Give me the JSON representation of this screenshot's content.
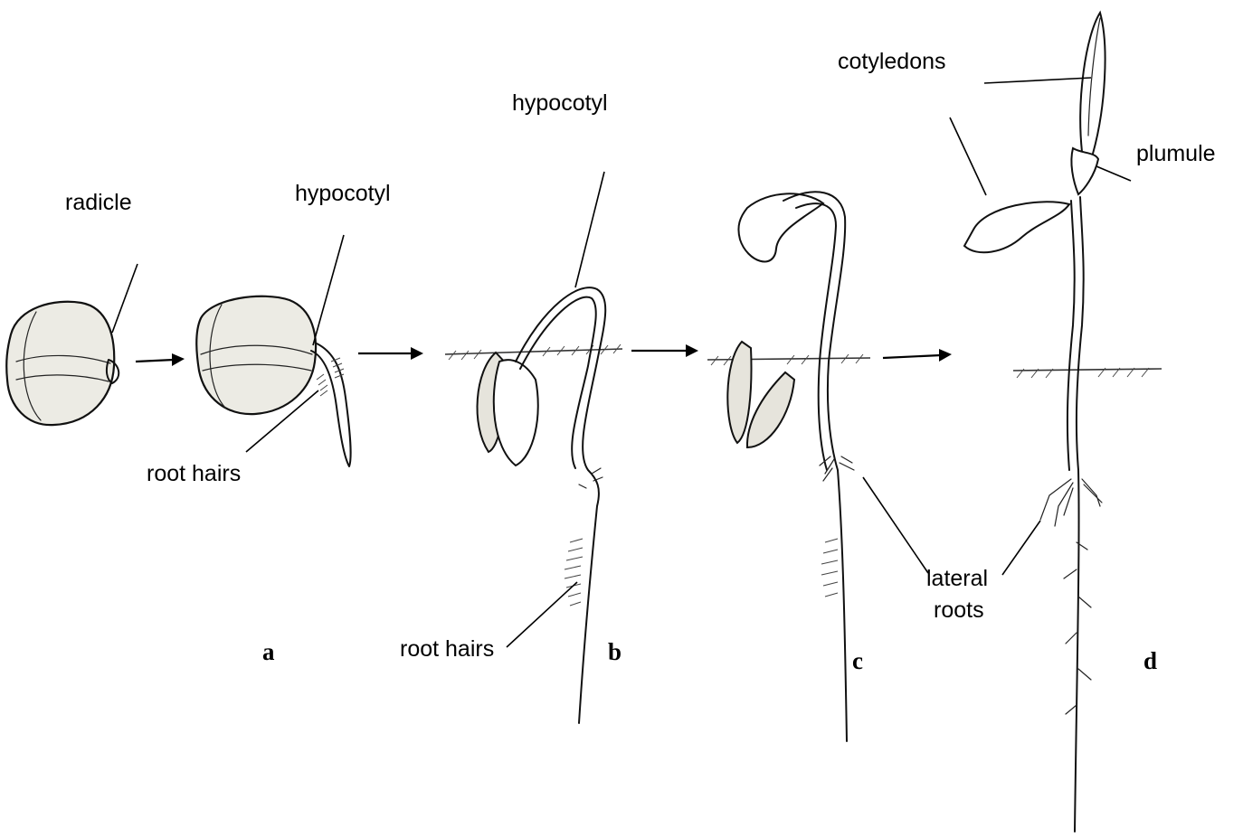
{
  "labels": {
    "radicle": "radicle",
    "hypocotyl_a": "hypocotyl",
    "root_hairs_a": "root hairs",
    "hypocotyl_b": "hypocotyl",
    "root_hairs_b": "root hairs",
    "lateral_roots_line1": "lateral",
    "lateral_roots_line2": "roots",
    "cotyledons": "cotyledons",
    "plumule": "plumule"
  },
  "stages": {
    "a": "a",
    "b": "b",
    "c": "c",
    "d": "d"
  }
}
